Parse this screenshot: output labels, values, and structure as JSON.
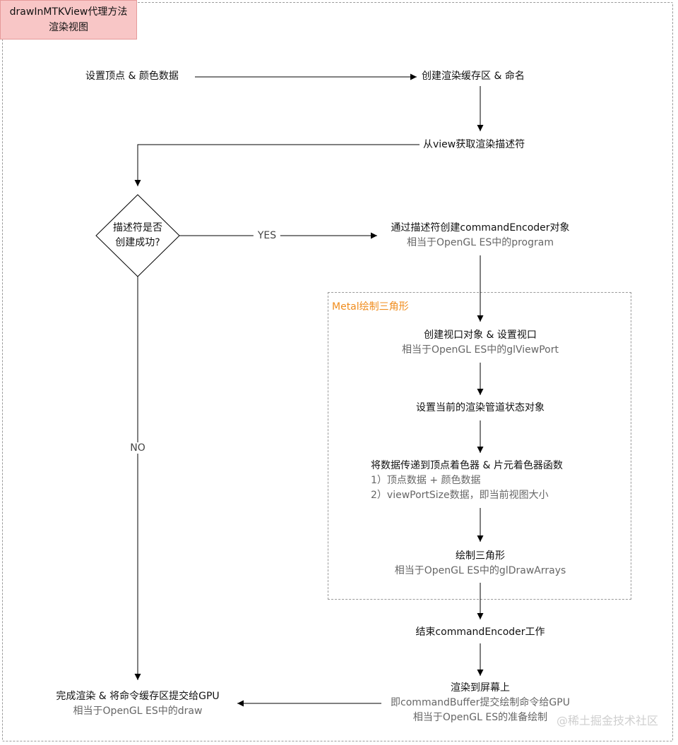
{
  "title": {
    "line1": "drawInMTKView代理方法",
    "line2": "渲染视图"
  },
  "nodes": {
    "set_vertex": "设置顶点 & 颜色数据",
    "create_buffer": "创建渲染缓存区 & 命名",
    "get_descriptor": "从view获取渲染描述符",
    "decision_line1": "描述符是否",
    "decision_line2": "创建成功?",
    "create_encoder": "通过描述符创建commandEncoder对象",
    "create_encoder_sub": "相当于OpenGL ES中的program",
    "create_viewport": "创建视口对象 & 设置视口",
    "create_viewport_sub": "相当于OpenGL ES中的glViewPort",
    "set_pipeline": "设置当前的渲染管道状态对象",
    "pass_data": "将数据传递到顶点着色器 & 片元着色器函数",
    "pass_data_sub1": "1）顶点数据 + 颜色数据",
    "pass_data_sub2": "2）viewPortSize数据，即当前视图大小",
    "draw_triangle": "绘制三角形",
    "draw_triangle_sub": "相当于OpenGL ES中的glDrawArrays",
    "end_encoder": "结束commandEncoder工作",
    "present": "渲染到屏幕上",
    "present_sub1": "即commandBuffer提交绘制命令给GPU",
    "present_sub2": "相当于OpenGL ES的准备绘制",
    "finish": "完成渲染 & 将命令缓存区提交给GPU",
    "finish_sub": "相当于OpenGL ES中的draw"
  },
  "group_label": "Metal绘制三角形",
  "edges": {
    "yes": "YES",
    "no": "NO"
  },
  "watermark": "@稀土掘金技术社区",
  "colors": {
    "title_fill": "#f8c6c6",
    "group_label": "#f08c1c",
    "line": "#000000"
  }
}
